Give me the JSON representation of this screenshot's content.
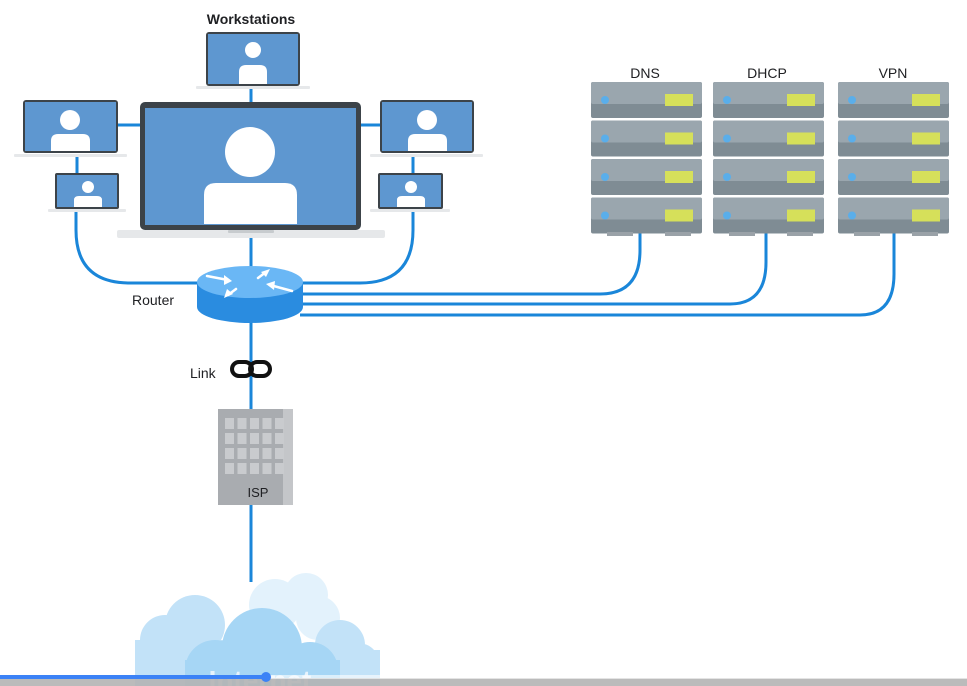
{
  "diagram": {
    "title": "Workstations",
    "servers": [
      {
        "label": "DNS"
      },
      {
        "label": "DHCP"
      },
      {
        "label": "VPN"
      }
    ],
    "router_label": "Router",
    "link_label": "Link",
    "isp_label": "ISP",
    "internet_label": "Internet"
  },
  "colors": {
    "cable": "#1a86d9",
    "screen": "#5e97d0",
    "bezel": "#3c4349",
    "router_top": "#6ab7f5",
    "router_body": "#2a8ce0",
    "server_light": "#9aa6ae",
    "server_dark": "#7f8c94",
    "server_led": "#d6e05a",
    "server_dot": "#5aaeea",
    "isp": "#a9acb0",
    "cloud_light": "#e3f2fc",
    "cloud_mid": "#c2e2f8",
    "cloud_dark": "#a6d6f5"
  },
  "player": {
    "progress": 0.275
  }
}
